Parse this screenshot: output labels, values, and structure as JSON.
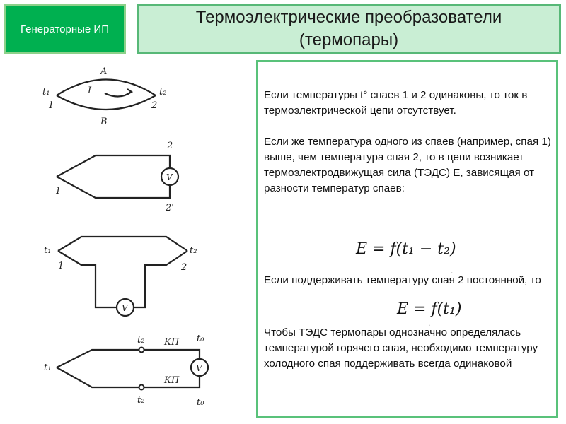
{
  "corner_badge": "Генераторные ИП",
  "title": {
    "line1": "Термоэлектрические преобразователи",
    "line2": "(термопары)"
  },
  "figure_labels": {
    "fig1": {
      "A": "A",
      "B": "B",
      "I": "I",
      "t1": "t₁",
      "t2": "t₂",
      "n1": "1",
      "n2": "2"
    },
    "fig2": {
      "top": "2",
      "bottom": "2'",
      "junction": "1",
      "meter": "V"
    },
    "fig3": {
      "t1": "t₁",
      "t2": "t₂",
      "n1": "1",
      "n2": "2",
      "meter": "V"
    },
    "fig4": {
      "t1": "t₁",
      "t2_top": "t₂",
      "t2_bottom": "t₂",
      "t0_top": "t₀",
      "t0_bottom": "t₀",
      "kp_top": "КП",
      "kp_bottom": "КП",
      "meter": "V"
    }
  },
  "text": {
    "p1": "Если температуры t° спаев 1 и 2 одинаковы, то ток в термоэлектрической цепи отсутствует.",
    "p2": "Если же температура одного из спаев (например, спая 1) выше, чем температура спая 2, то в цепи возникает термоэлектродвижущая сила (ТЭДС) Е, зависящая от разности температур спаев:",
    "formula1": "E = f(t₁ − t₂)",
    "p3": "Если поддерживать температуру спая 2 постоянной, то",
    "formula2": "E = f(t₁)",
    "p4": "Чтобы ТЭДС термопары однозначно определялась температурой горячего спая, необходимо температуру холодного спая поддерживать всегда одинаковой"
  },
  "colors": {
    "badge_fill": "#00b050",
    "title_fill": "#c9eed4",
    "border_green": "#57b877"
  }
}
